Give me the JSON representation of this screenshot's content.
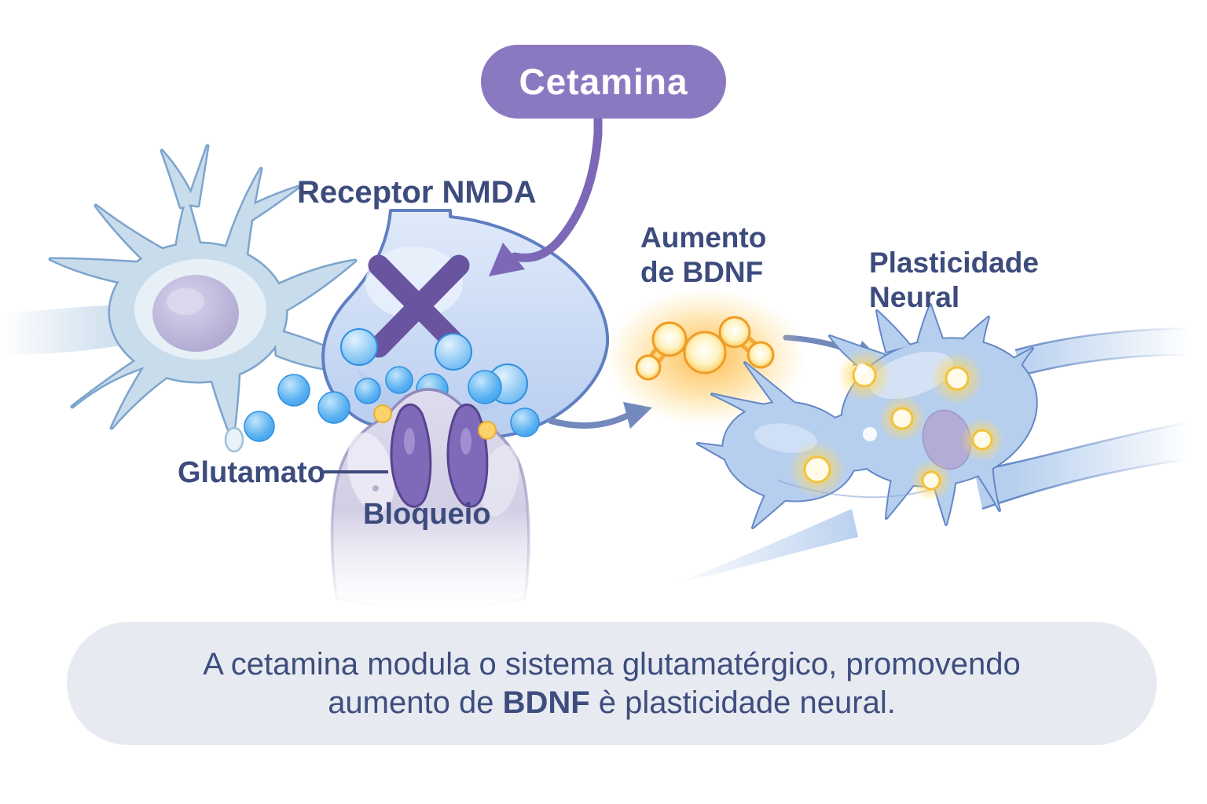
{
  "badge": {
    "label": "Cetamina"
  },
  "labels": {
    "receptor_nmda": "Receptor NMDA",
    "aumento_de_bdnf": {
      "line1": "Aumento",
      "line2": "de BDNF"
    },
    "plasticidade_neural": {
      "line1": "Plasticidade",
      "line2": "Neural"
    },
    "glutamato": "Glutamato",
    "bloqueio": "Bloqueio"
  },
  "caption": {
    "line1": "A cetamina modula o sistema glutamatérgico, promovendo",
    "line2_pre": "aumento de ",
    "line2_bold": "BDNF",
    "line2_post": " è plasticidade neural."
  },
  "figures": {
    "block_icon": "✕",
    "cetamina_arrow": "curved-arrow-down-left",
    "bdnf_arrow": "curved-arrow-right",
    "plasticity_arrow": "curved-arrow-right"
  },
  "colors": {
    "background": "#ffffff",
    "badge_bg": "#8a79c1",
    "badge_text": "#ffffff",
    "label_text": "#3d4c7d",
    "caption_bg": "#e7ebf1",
    "caption_text": "#3e4d7e",
    "arrow_purple": "#7c68b6",
    "arrow_blue": "#7388bd",
    "neuron_fill": "#c9dcec",
    "neuron_stroke": "#7ca4cd",
    "nucleus_fill": "#b3abd6",
    "terminal_fill": "#ccdcf5",
    "terminal_stroke": "#5f7fc2",
    "block_x": "#69549f",
    "glutamate_dot": "#49a5ef",
    "small_dot_yellow": "#f8cf62",
    "postsynaptic_fill": "#d9d6ea",
    "postsynaptic_stroke": "#8f87ba",
    "receptor_fill": "#7e6ab8",
    "bdnf_orange": "#f5a52f",
    "network_fill": "#b7cfee",
    "network_stroke": "#6488c6",
    "glow_yellow": "#ffd75e"
  }
}
